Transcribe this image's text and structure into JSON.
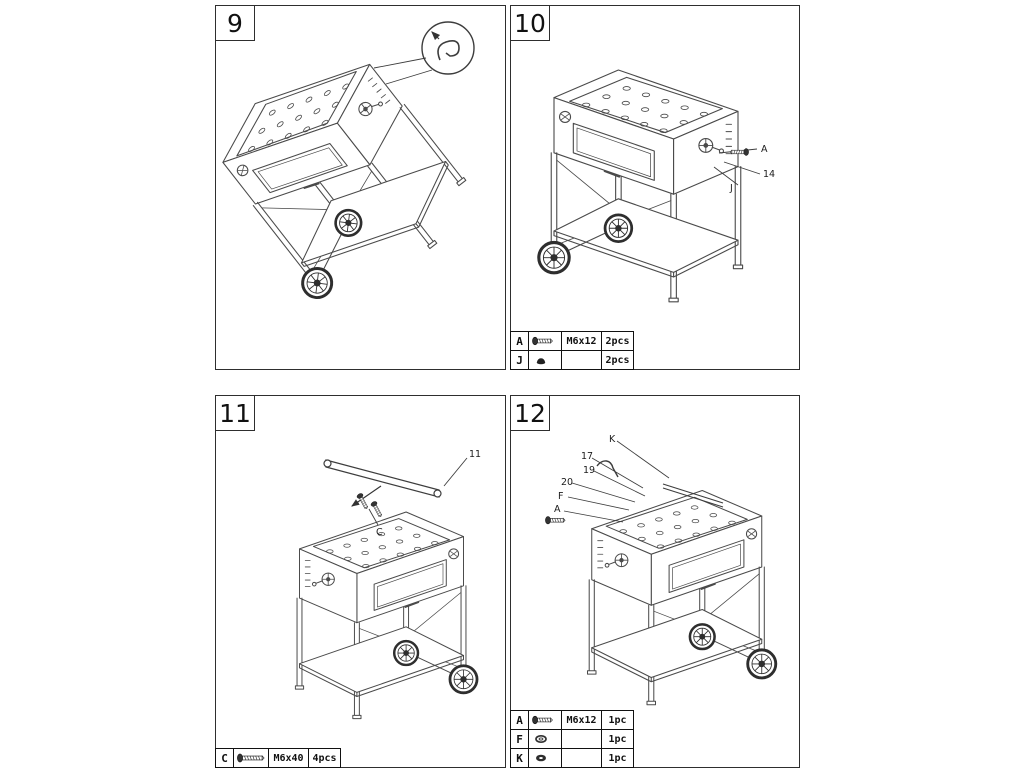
{
  "page": {
    "background": "#ffffff",
    "line_color": "#4a4a4a"
  },
  "steps": {
    "step9": {
      "number": "9"
    },
    "step10": {
      "number": "10",
      "callouts": {
        "a": "A",
        "n14": "14",
        "j": "J"
      },
      "table": [
        {
          "key": "A",
          "icon": "icon-screw",
          "size": "M6x12",
          "qty": "2pcs"
        },
        {
          "key": "J",
          "icon": "icon-cap",
          "size": "",
          "qty": "2pcs"
        }
      ]
    },
    "step11": {
      "number": "11",
      "callouts": {
        "n11": "11",
        "c": "C"
      },
      "table": [
        {
          "key": "C",
          "icon": "icon-bolt",
          "size": "M6x40",
          "qty": "4pcs"
        }
      ]
    },
    "step12": {
      "number": "12",
      "callouts": {
        "k": "K",
        "n17": "17",
        "n19": "19",
        "n20": "20",
        "f": "F",
        "a": "A"
      },
      "table": [
        {
          "key": "A",
          "icon": "icon-screw",
          "size": "M6x12",
          "qty": "1pc"
        },
        {
          "key": "F",
          "icon": "icon-ring",
          "size": "",
          "qty": "1pc"
        },
        {
          "key": "K",
          "icon": "icon-ring-dark",
          "size": "",
          "qty": "1pc"
        }
      ]
    }
  }
}
